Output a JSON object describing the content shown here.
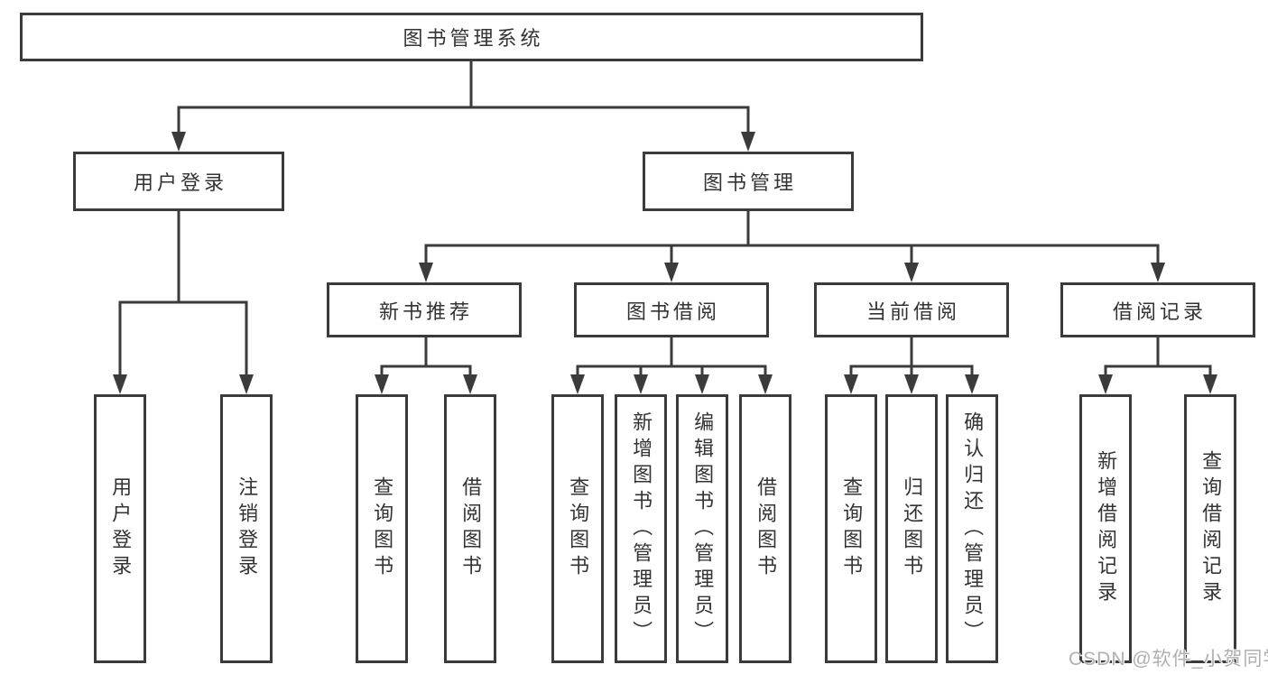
{
  "tree": {
    "root": "图书管理系统",
    "level2": [
      {
        "label": "用户登录",
        "children": [
          "用户登录",
          "注销登录"
        ]
      },
      {
        "label": "图书管理",
        "sections": [
          {
            "label": "新书推荐",
            "children": [
              "查询图书",
              "借阅图书"
            ]
          },
          {
            "label": "图书借阅",
            "children": [
              "查询图书",
              "新增图书（管理员）",
              "编辑图书（管理员）",
              "借阅图书"
            ]
          },
          {
            "label": "当前借阅",
            "children": [
              "查询图书",
              "归还图书",
              "确认归还（管理员）"
            ]
          },
          {
            "label": "借阅记录",
            "children": [
              "新增借阅记录",
              "查询借阅记录"
            ]
          }
        ]
      }
    ]
  },
  "watermark": "CSDN @软件_小贺同学",
  "colors": {
    "line": "#3b3b3b",
    "box_border": "#3b3b3b",
    "text": "#333333",
    "watermark": "#b0b0b0",
    "background": "#ffffff"
  }
}
